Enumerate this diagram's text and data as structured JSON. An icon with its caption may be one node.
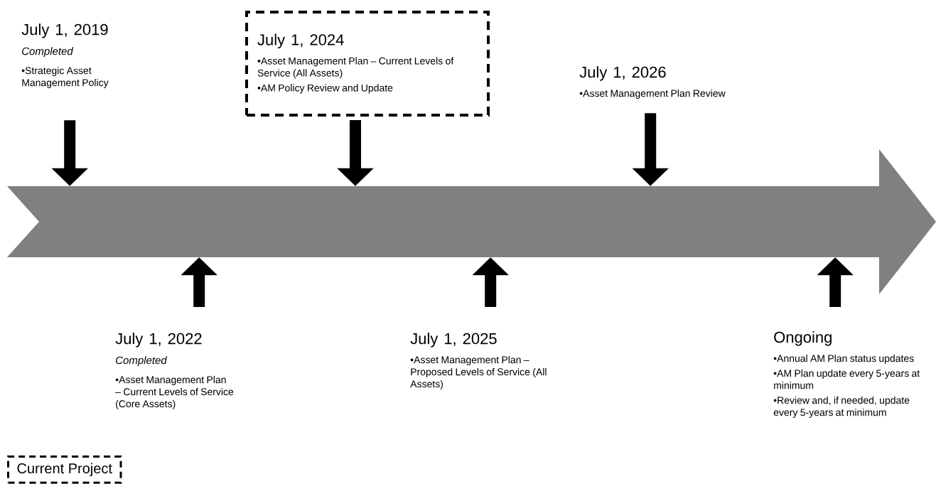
{
  "diagram": {
    "nodes": [
      {
        "text": [],
        "shape": "arrow"
      },
      {
        "text": [
          "July 1, 2019",
          "Completed",
          "•Strategic Asset Management Policy"
        ]
      },
      {
        "text": [
          "July 1, 2022",
          "Completed",
          "•Asset Management Plan – Current Levels of Service (Core Assets)"
        ]
      },
      {
        "text": [
          "July 1, 2024",
          "•Asset Management Plan – Current Levels of Service (All Assets)",
          "•AM Policy Review and Update"
        ]
      },
      {
        "text": [
          "July 1, 2025",
          "•Asset Management Plan – Proposed Levels of Service (All Assets)"
        ]
      },
      {
        "text": [
          "July 1, 2026",
          "•Asset Management Plan Review"
        ]
      },
      {
        "text": [
          "Ongoing",
          "•Annual AM Plan status updates",
          "•AM Plan update every 5-years at minimum",
          "•Review and, if needed, update every 5-years at minimum"
        ]
      }
    ],
    "edges": [
      {
        "from": 1,
        "to": 0,
        "arrow": "to"
      },
      {
        "from": 2,
        "to": 0,
        "arrow": "to"
      },
      {
        "from": 3,
        "to": 0,
        "arrow": "to"
      },
      {
        "from": 4,
        "to": 0,
        "arrow": "to"
      },
      {
        "from": 5,
        "to": 0,
        "arrow": "to"
      },
      {
        "from": 6,
        "to": 0,
        "arrow": "to"
      }
    ],
    "legend": [
      {
        "text": "Current Project"
      }
    ]
  }
}
